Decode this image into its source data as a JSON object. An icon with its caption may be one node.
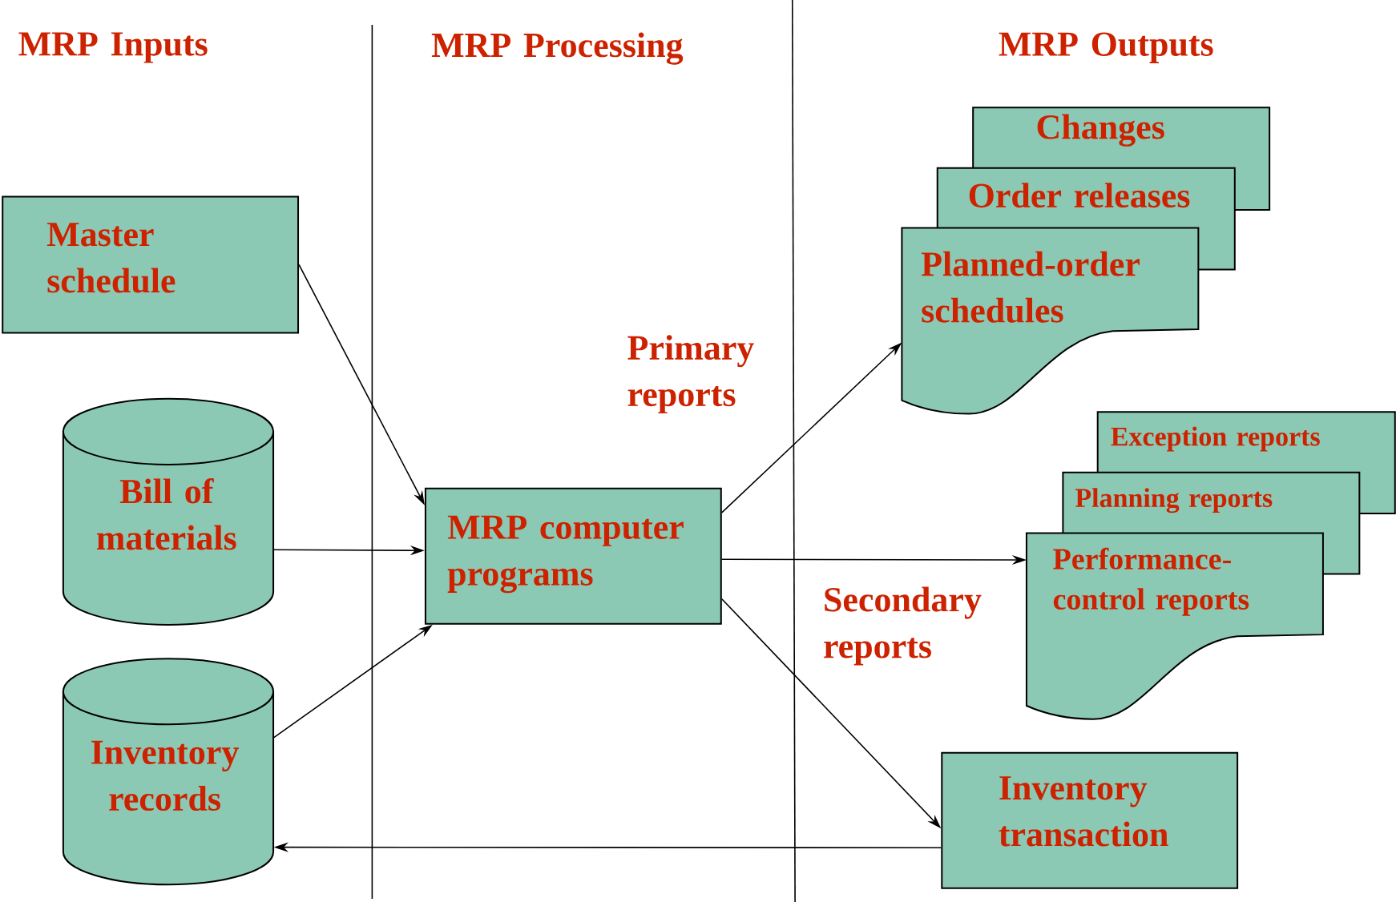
{
  "diagram": {
    "nodes": [
      {
        "text": [
          "Master schedule"
        ]
      },
      {
        "text": [
          "Bill of materials"
        ]
      },
      {
        "text": [
          "Inventory records"
        ]
      },
      {
        "text": [
          "MRP computer programs"
        ]
      },
      {
        "text": [
          "Changes"
        ]
      },
      {
        "text": [
          "Order releases"
        ]
      },
      {
        "text": [
          "Planned-order schedules"
        ]
      },
      {
        "text": [
          "Exception reports"
        ]
      },
      {
        "text": [
          "Planning reports"
        ]
      },
      {
        "text": [
          "Performance-control reports"
        ]
      },
      {
        "text": [
          "Inventory transaction"
        ]
      }
    ],
    "edges": [
      {
        "from": 0,
        "to": 3,
        "arrow": "to"
      },
      {
        "from": 1,
        "to": 3,
        "arrow": "to"
      },
      {
        "from": 2,
        "to": 3,
        "arrow": "to"
      },
      {
        "from": 3,
        "to": 6,
        "arrow": "to"
      },
      {
        "from": 3,
        "to": 9,
        "arrow": "to"
      },
      {
        "from": 3,
        "to": 10,
        "arrow": "to"
      },
      {
        "from": 10,
        "to": 2,
        "arrow": "to"
      }
    ],
    "labels": [
      "MRP Inputs",
      "MRP Processing",
      "MRP Outputs",
      "Primary reports",
      "Secondary reports"
    ]
  }
}
